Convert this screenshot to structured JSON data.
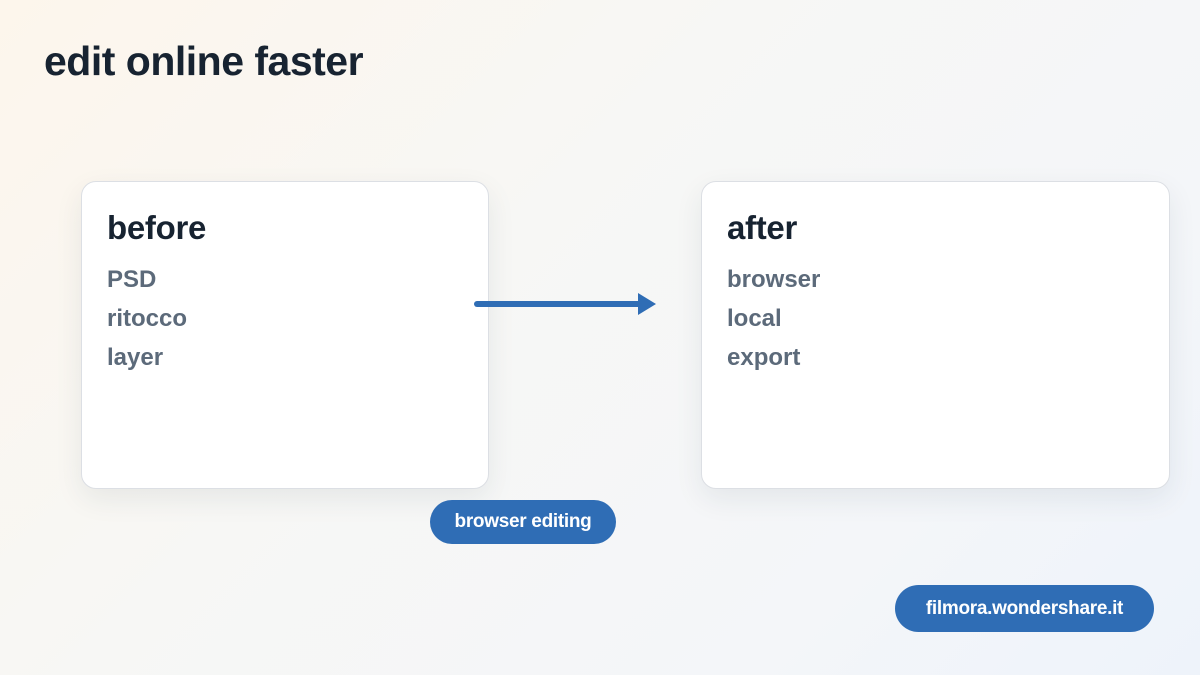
{
  "title": "edit online faster",
  "before": {
    "heading": "before",
    "items": [
      "PSD",
      "ritocco",
      "layer"
    ]
  },
  "after": {
    "heading": "after",
    "items": [
      "browser",
      "local",
      "export"
    ]
  },
  "caption_pill": "browser editing",
  "source_pill": "filmora.wondershare.it",
  "colors": {
    "heading": "#172331",
    "list_text": "#5c6a7a",
    "accent": "#2f6db5",
    "card_bg": "#ffffff"
  }
}
